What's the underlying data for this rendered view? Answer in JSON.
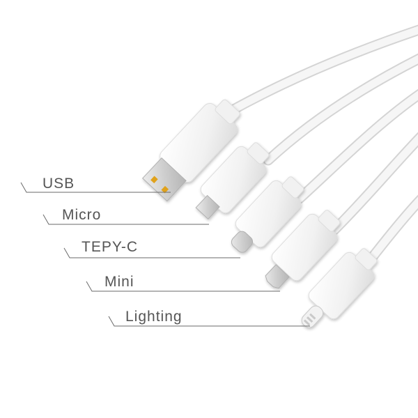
{
  "labels": {
    "usb": "USB",
    "micro": "Micro",
    "typec": "TEPY-C",
    "mini": "Mini",
    "lighting": "Lighting"
  },
  "colors": {
    "background": "#ffffff",
    "cable": "#f4f4f4",
    "cable_shadow": "#d9d9d9",
    "connector_metal": "#c8c8c8",
    "usb_contacts": "#e0a21a",
    "leader_line": "#6a6a6a",
    "label_text": "#555555"
  }
}
